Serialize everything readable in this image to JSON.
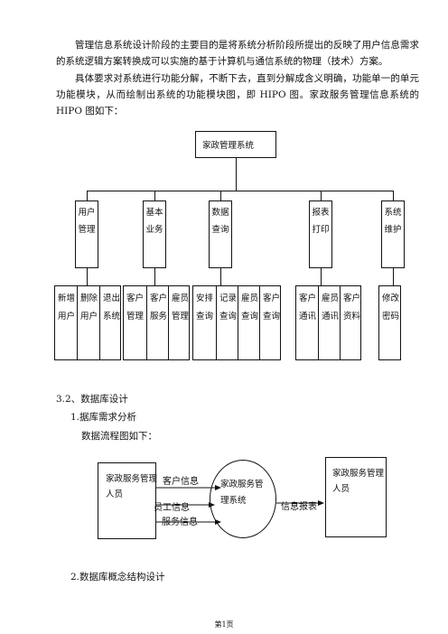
{
  "paragraphs": {
    "p1": "管理信息系统设计阶段的主要目的是将系统分析阶段所提出的反映了用户信息需求的系统逻辑方案转换成可以实施的基于计算机与通信系统的物理（技术）方案。",
    "p2": "具体要求对系统进行功能分解，不断下去，直到分解成含义明确，功能单一的单元功能模块，从而绘制出系统的功能模块图，即 HIPO 图。家政服务管理信息系统的 HIPO 图如下："
  },
  "hipo": {
    "root": "家政管理系统",
    "groups": [
      {
        "label": "用户管理",
        "children": [
          "新增用户",
          "删除用户",
          "退出系统"
        ]
      },
      {
        "label": "基本业务",
        "children": [
          "客户管理",
          "客户服务",
          "雇员管理"
        ]
      },
      {
        "label": "数据查询",
        "children": [
          "安排查询",
          "记录查询",
          "雇员查询",
          "客户查询"
        ]
      },
      {
        "label": "报表打印",
        "children": [
          "客户通讯",
          "雇员通讯",
          "客户资料"
        ]
      },
      {
        "label": "系统维护",
        "children": [
          "修改密码"
        ]
      }
    ]
  },
  "section": {
    "title": "3.2、数据库设计",
    "sub1": "1.据库需求分析",
    "dfd_intro": "数据流程图如下：",
    "sub2": "2.数据库概念结构设计"
  },
  "dfd": {
    "left_entity": "家政服务管理人员",
    "process": "家政服务管理系统",
    "right_entity": "家政服务管理人员",
    "flows": [
      "客户信息",
      "员工信息",
      "服务信息"
    ],
    "out_flow": "信息报表"
  },
  "footer": {
    "page": "第1页"
  }
}
